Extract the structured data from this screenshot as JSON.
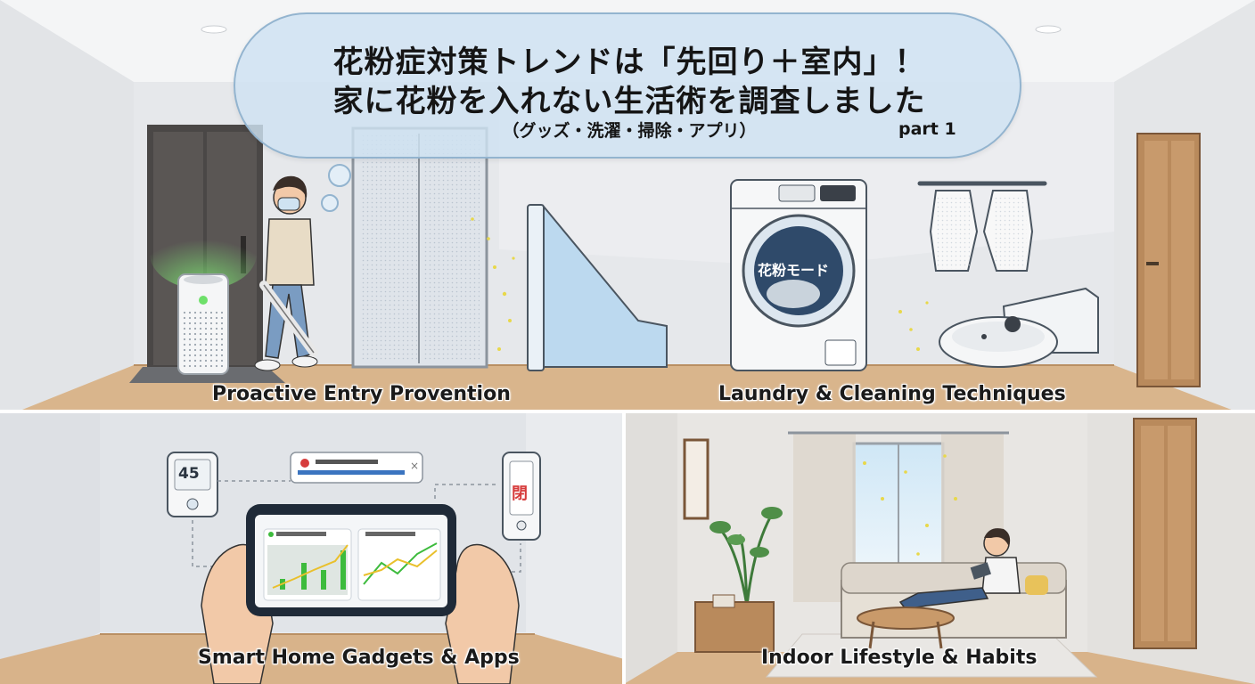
{
  "title": {
    "line1": "花粉症対策トレンドは「先回り＋室内」！",
    "line2": "家に花粉を入れない生活術を調査しました",
    "line3": "（グッズ・洗濯・掃除・アプリ）",
    "part": "part 1"
  },
  "sections": {
    "entry": "Proactive Entry Provention",
    "laundry": "Laundry & Cleaning Techniques",
    "smart": "Smart Home Gadgets & Apps",
    "lifestyle": "Indoor Lifestyle & Habits"
  },
  "washer_drum_label": "花粉モード",
  "humidity_display": "45",
  "door_sensor_label": "閉",
  "colors": {
    "bubble_fill": "#cee2f1",
    "bubble_border": "#93b4cf",
    "floor": "#d9b58c",
    "wall": "#ececec",
    "purifier_glow": "#6ee06a",
    "pollen": "#e8d84a",
    "chart_green": "#3dbb3d",
    "chart_yellow": "#e9c02c"
  }
}
